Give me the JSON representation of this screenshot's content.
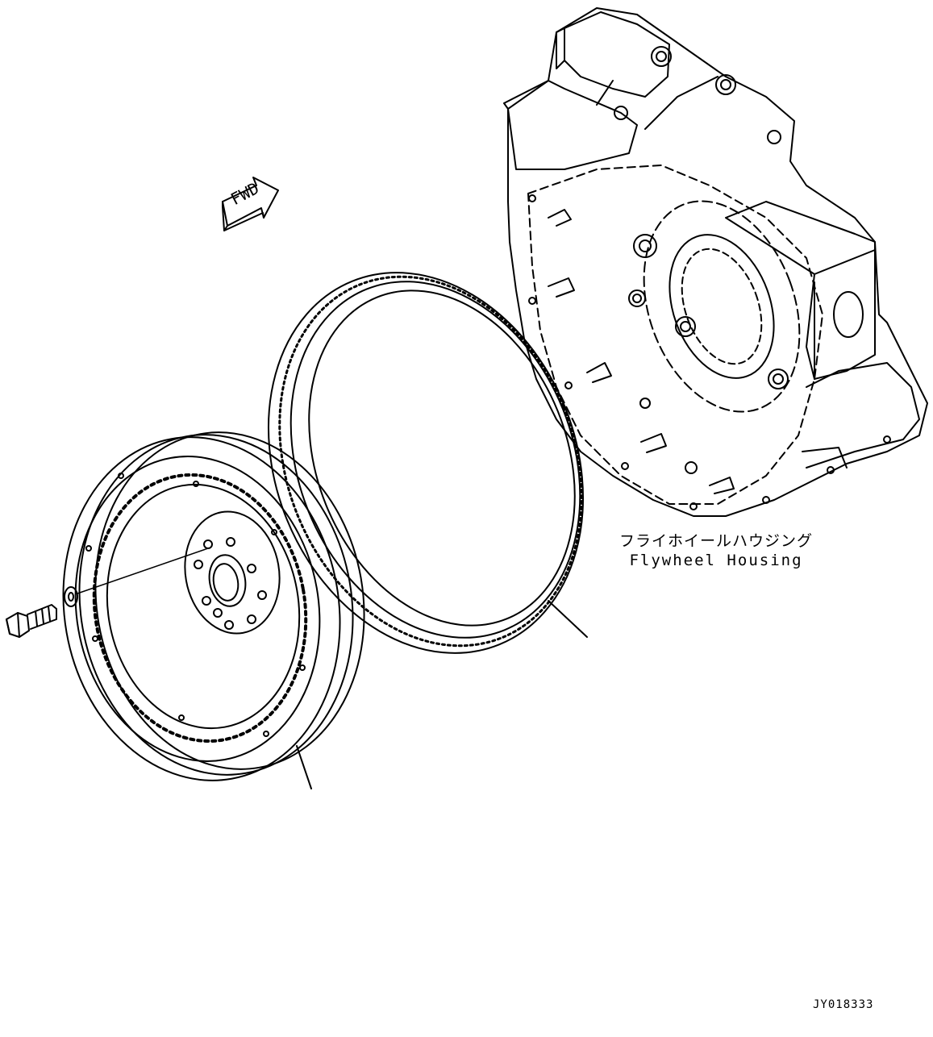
{
  "labels": {
    "housing_jp": "フライホイールハウジング",
    "housing_en": "Flywheel Housing",
    "fwd": "FWD",
    "drawing_code": "JY018333"
  },
  "icons": [
    "fwd-arrow-icon"
  ]
}
